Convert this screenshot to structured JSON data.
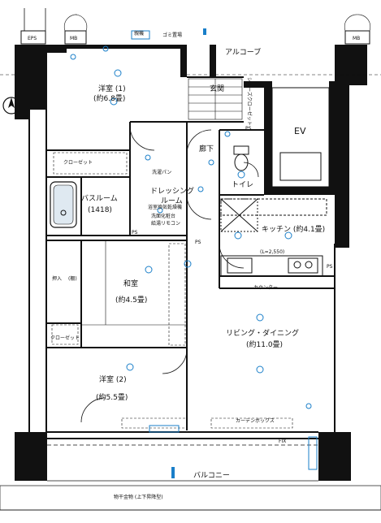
{
  "rooms": {
    "bedroom1_name": "洋室 (1)",
    "bedroom1_area": "(約6.8畳)",
    "bedroom2_name": "洋室 (2)",
    "bedroom2_area": "(約5.5畳)",
    "washitsu_name": "和室",
    "washitsu_area": "(約4.5畳)",
    "kitchen": "キッチン (約4.1畳)",
    "living_name": "リビング・ダイニング",
    "living_area": "(約11.0畳)",
    "bathroom_name": "バスルーム",
    "bathroom_size": "(1418)",
    "dressing_line1": "ドレッシング",
    "dressing_line2": "ルーム",
    "toilet": "トイレ",
    "hallway": "廊下",
    "entrance": "玄関",
    "ev": "EV",
    "alcove": "アルコーブ",
    "balcony": "バルコニー",
    "eps": "EPS",
    "mb_left": "MB",
    "mb_right": "MB"
  },
  "storage": {
    "closet1": "クローゼット",
    "closet2": "クローゼット",
    "oshiire": "押入",
    "oshiire_sub": "(棚)",
    "shoe_closet": "シューズクローゼット",
    "wash_pan": "洗濯パン",
    "counter": "カウンター",
    "fix": "FIX",
    "curtain_box": "カーテンボックス",
    "drying_hardware": "物干金物 (上下昇降型)",
    "ps1": "PS",
    "ps2": "PS",
    "ps3": "PS",
    "ps4": "PS",
    "handrail": "ゴミ置場",
    "l_dim": "(L=2,550)",
    "monitor": "親機",
    "bath_vent": "浴室換気乾燥機",
    "washer": "洗面化粧台",
    "water_heater": "給湯リモコン"
  },
  "symbols": {
    "north_arrow": "N"
  }
}
